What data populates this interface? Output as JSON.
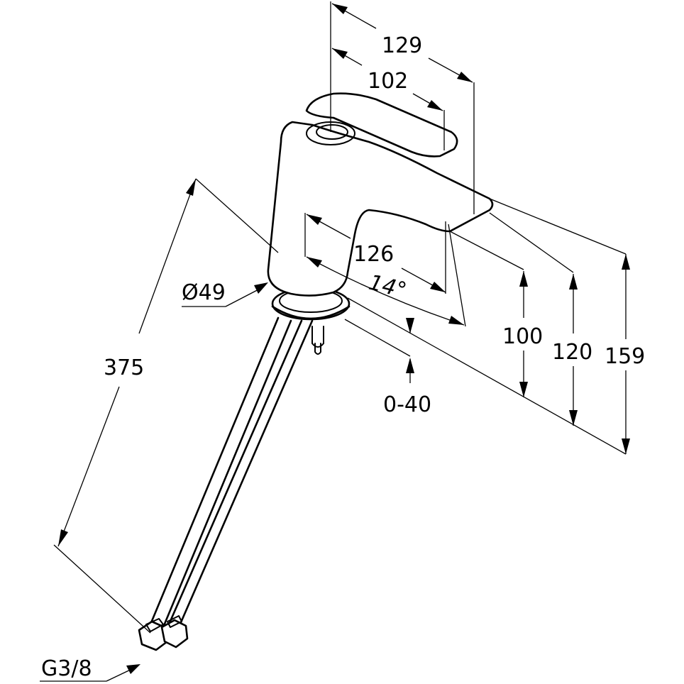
{
  "drawing": {
    "subject": "single-lever basin mixer with flexible connection hoses",
    "dimensions": {
      "lever_reach_total": "129",
      "lever_reach": "102",
      "spout_reach": "126",
      "spout_angle": "14°",
      "body_diameter": "Ø49",
      "hose_length": "375",
      "countertop_thickness": "0-40",
      "spout_height": "100",
      "lever_height": "120",
      "total_height": "159",
      "hose_thread": "G3/8"
    },
    "colors": {
      "line": "#000000",
      "background": "#ffffff"
    }
  }
}
